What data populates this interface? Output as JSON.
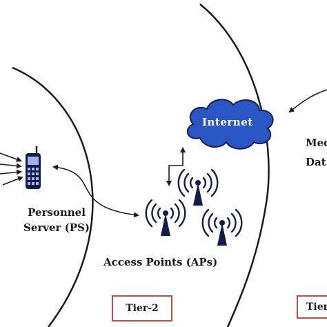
{
  "personnel_server": {
    "line1": "Personnel",
    "line2": "Server (PS)"
  },
  "access_points": {
    "label": "Access Points (APs)"
  },
  "internet": {
    "label": "Internet"
  },
  "medical_server": {
    "line1": "Med",
    "line2": "Dat"
  },
  "tiers": {
    "tier2": "Tier-2",
    "tier3": "Tier"
  },
  "colors": {
    "cloud": "#2a56c4",
    "tier_border": "#c0503a",
    "ink": "#1a1a1a"
  }
}
